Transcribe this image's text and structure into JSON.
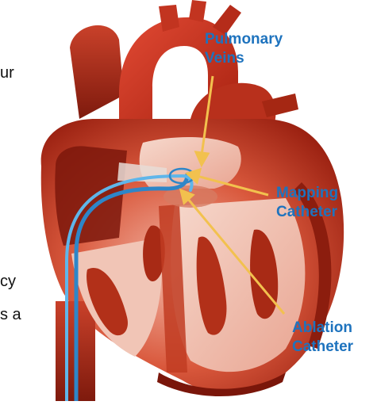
{
  "labels": {
    "pulmonary_veins_1": "Pulmonary",
    "pulmonary_veins_2": "Veins",
    "mapping_catheter_1": "Mapping",
    "mapping_catheter_2": "Catheter",
    "ablation_catheter_1": "Ablation",
    "ablation_catheter_2": "Catheter"
  },
  "cut_off_text": {
    "line_1": "ur",
    "line_2": "cy",
    "line_3": "s a"
  },
  "colors": {
    "label_text": "#1e73be",
    "arrow": "#f2c14e",
    "heart_tissue": "#c8321f",
    "heart_dark": "#8e1b10",
    "catheter": "#4aa8e0"
  }
}
